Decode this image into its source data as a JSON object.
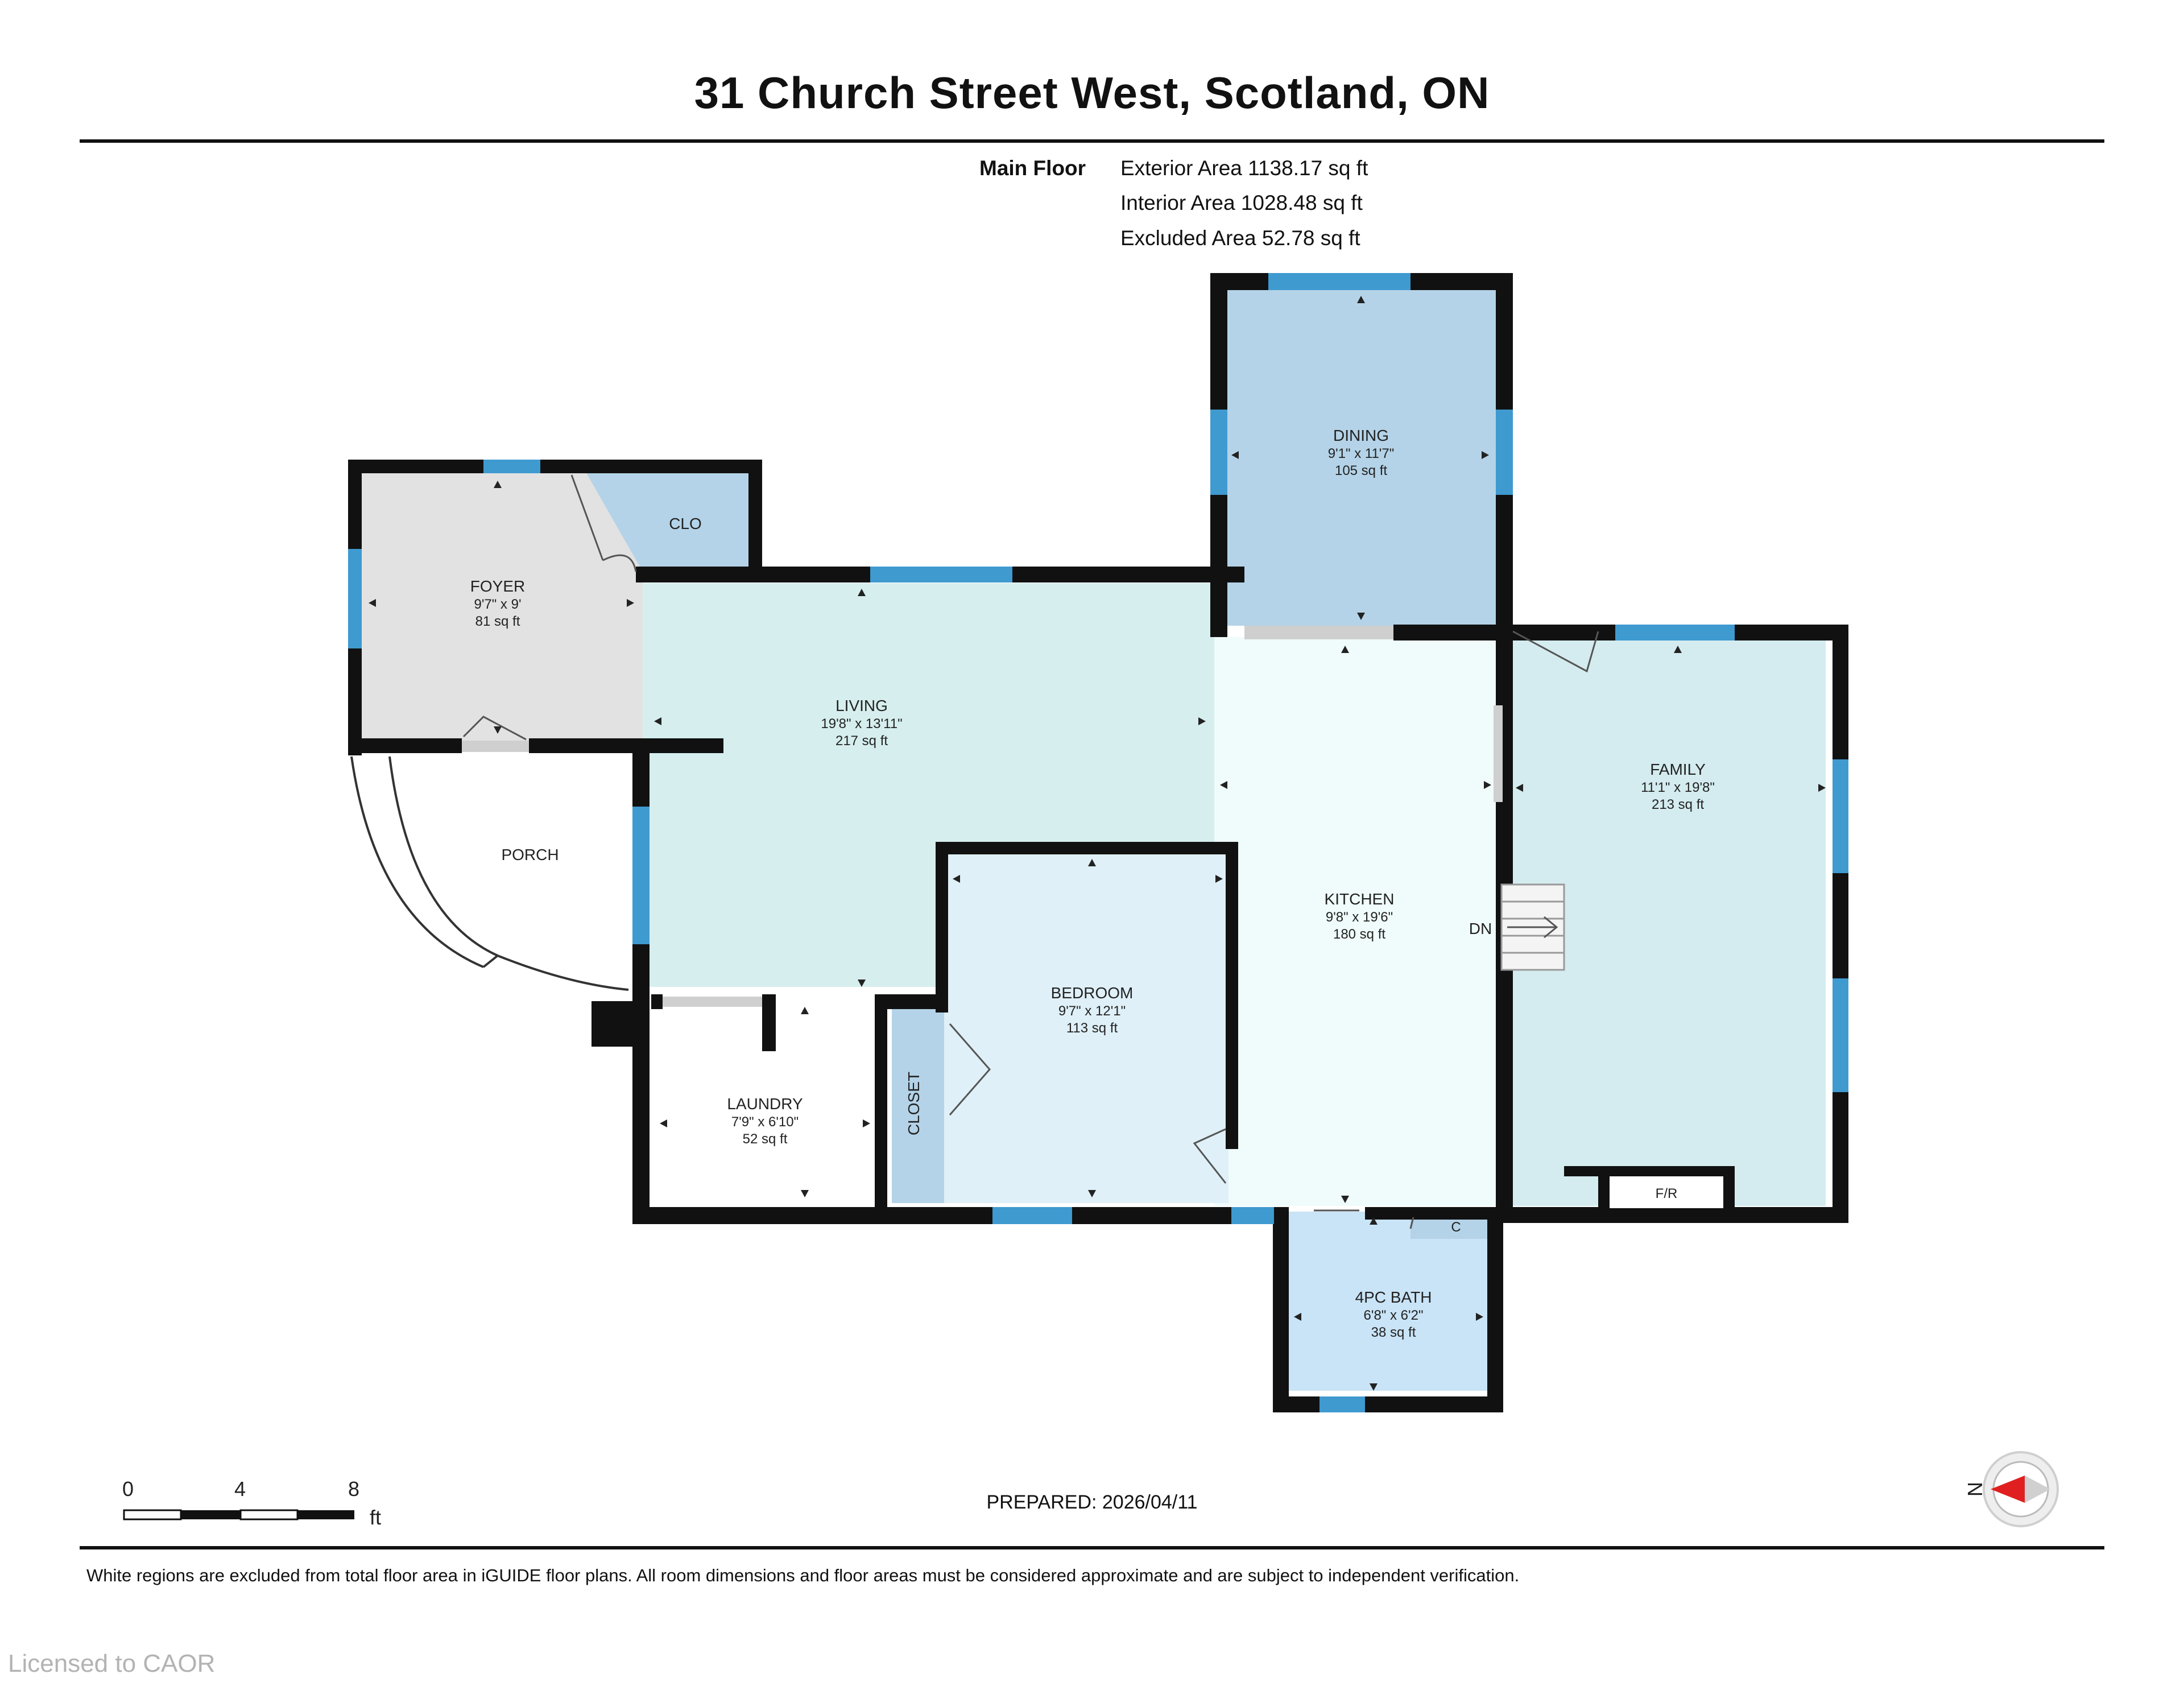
{
  "title": "31 Church Street West, Scotland, ON",
  "summary": {
    "floor_label": "Main Floor",
    "exterior": "Exterior Area 1138.17 sq ft",
    "interior": "Interior Area 1028.48 sq ft",
    "excluded": "Excluded Area 52.78 sq ft"
  },
  "rooms": {
    "foyer": {
      "name": "FOYER",
      "dims": "9'7\" x 9'",
      "area": "81 sq ft"
    },
    "closet_clo": {
      "name": "CLO"
    },
    "living": {
      "name": "LIVING",
      "dims": "19'8\" x 13'11\"",
      "area": "217 sq ft"
    },
    "dining": {
      "name": "DINING",
      "dims": "9'1\" x 11'7\"",
      "area": "105 sq ft"
    },
    "kitchen": {
      "name": "KITCHEN",
      "dims": "9'8\" x 19'6\"",
      "area": "180 sq ft"
    },
    "family": {
      "name": "FAMILY",
      "dims": "11'1\" x 19'8\"",
      "area": "213 sq ft"
    },
    "porch": {
      "name": "PORCH"
    },
    "bedroom": {
      "name": "BEDROOM",
      "dims": "9'7\" x 12'1\"",
      "area": "113 sq ft"
    },
    "laundry": {
      "name": "LAUNDRY",
      "dims": "7'9\" x 6'10\"",
      "area": "52 sq ft"
    },
    "closet": {
      "name": "CLOSET"
    },
    "bath": {
      "name": "4PC BATH",
      "dims": "6'8\" x 6'2\"",
      "area": "38 sq ft"
    },
    "closet_c": {
      "name": "C"
    },
    "fireplace": {
      "name": "F/R"
    },
    "stairs": {
      "name": "DN"
    }
  },
  "scale_bar": {
    "labels": [
      "0",
      "4",
      "8"
    ],
    "unit": "ft"
  },
  "compass": {
    "label": "N"
  },
  "prepared": "PREPARED: 2026/04/11",
  "disclaimer": "White regions are excluded from total floor area in iGUIDE floor plans. All room dimensions and floor areas must be considered approximate and are subject to independent verification.",
  "license": "Licensed to CAOR",
  "colors": {
    "wall": "#111111",
    "window": "#3f9ad0",
    "foyer": "#e2e2e2",
    "closet": "#b4d3e8",
    "living": "#d6efee",
    "dining": "#b4d3e8",
    "kitchen": "#f0fbfb",
    "family": "#d4ecef",
    "bedroom": "#dff0f8",
    "laundry": "#ffffff",
    "bath": "#c9e4f6",
    "compass_arrow": "#e02020"
  }
}
